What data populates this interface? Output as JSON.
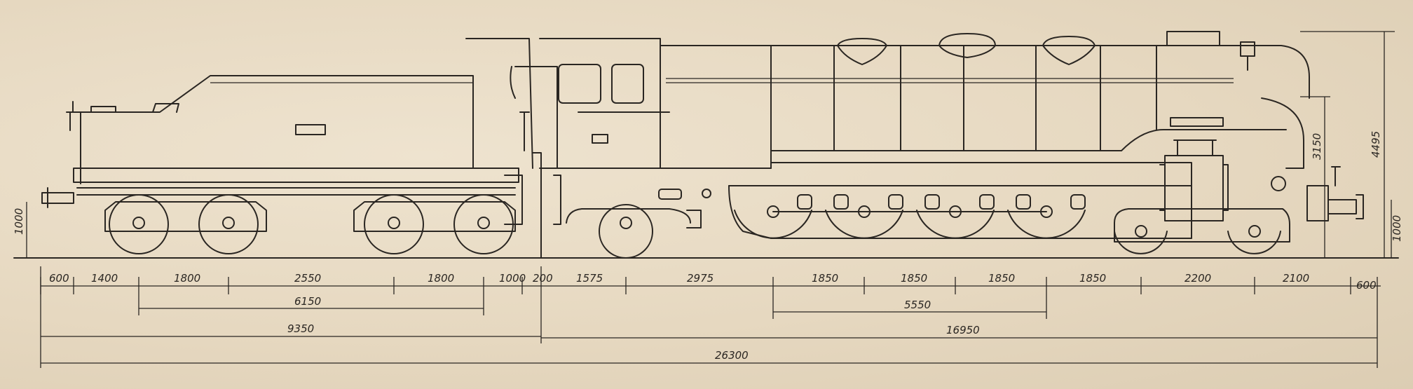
{
  "drawing": {
    "bottom_dims": [
      "600",
      "1400",
      "1800",
      "2550",
      "1800",
      "1000",
      "200",
      "1575",
      "2975",
      "1850",
      "1850",
      "1850",
      "1850",
      "2200",
      "2100",
      "600"
    ],
    "tender_wheelbase": "6150",
    "coupled_wheelbase": "5550",
    "tender_length": "9350",
    "engine_length": "16950",
    "overall_length": "26300",
    "buffer_height_left": "1000",
    "buffer_height_right": "1000",
    "boiler_axis_height": "3150",
    "total_height": "4495"
  }
}
